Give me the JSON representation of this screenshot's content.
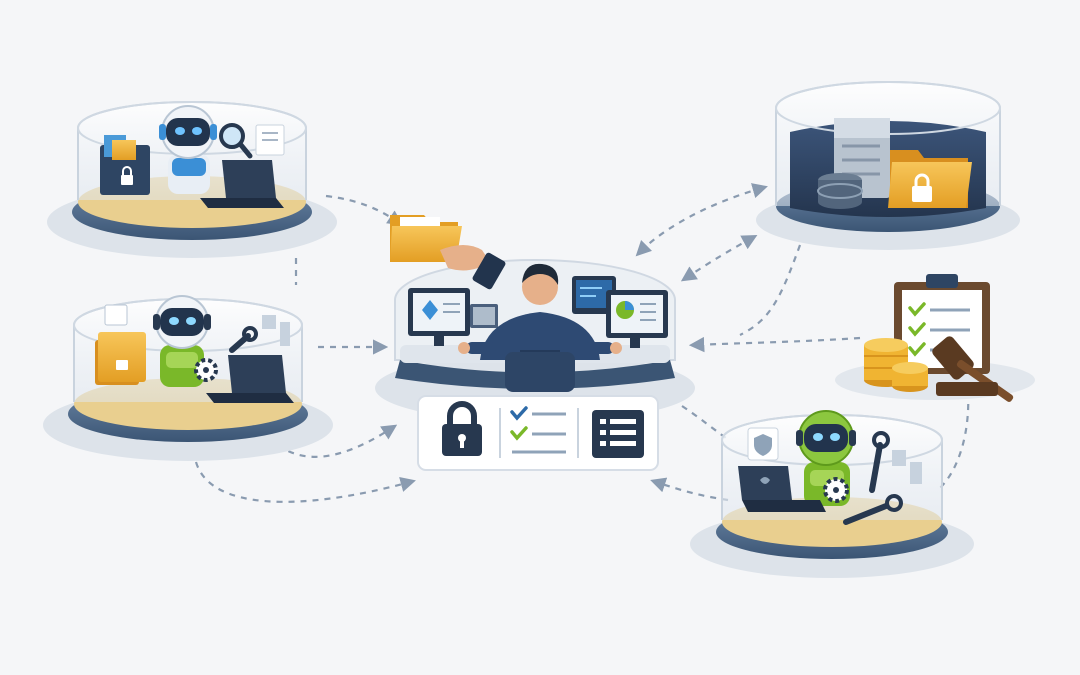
{
  "diagram": {
    "nodes": [
      {
        "id": "agent-research",
        "icons": [
          "robot-icon",
          "magnifier-icon",
          "laptop-icon",
          "folder-lock-icon"
        ]
      },
      {
        "id": "agent-operations",
        "icons": [
          "robot-icon",
          "folder-icon",
          "gear-icon",
          "wrench-icon",
          "laptop-icon"
        ]
      },
      {
        "id": "central-operator",
        "icons": [
          "person-icon",
          "monitor-icon",
          "folder-icon"
        ]
      },
      {
        "id": "secure-data-store",
        "icons": [
          "server-icon",
          "database-icon",
          "folder-lock-icon"
        ]
      },
      {
        "id": "compliance",
        "icons": [
          "clipboard-checklist-icon",
          "coins-icon",
          "gavel-icon"
        ]
      },
      {
        "id": "agent-maintenance",
        "icons": [
          "robot-icon",
          "laptop-icon",
          "gear-icon",
          "wrench-icon",
          "shield-icon"
        ]
      }
    ],
    "control_panel_icons": [
      "lock-icon",
      "checklist-icon",
      "list-icon"
    ],
    "colors": {
      "platform_rim": "#4e6a8c",
      "platform_floor": "#e9cf8f",
      "robot_blue": "#3b8fd6",
      "robot_green": "#7ab829",
      "folder": "#f2b43c",
      "navy": "#26384f"
    }
  }
}
